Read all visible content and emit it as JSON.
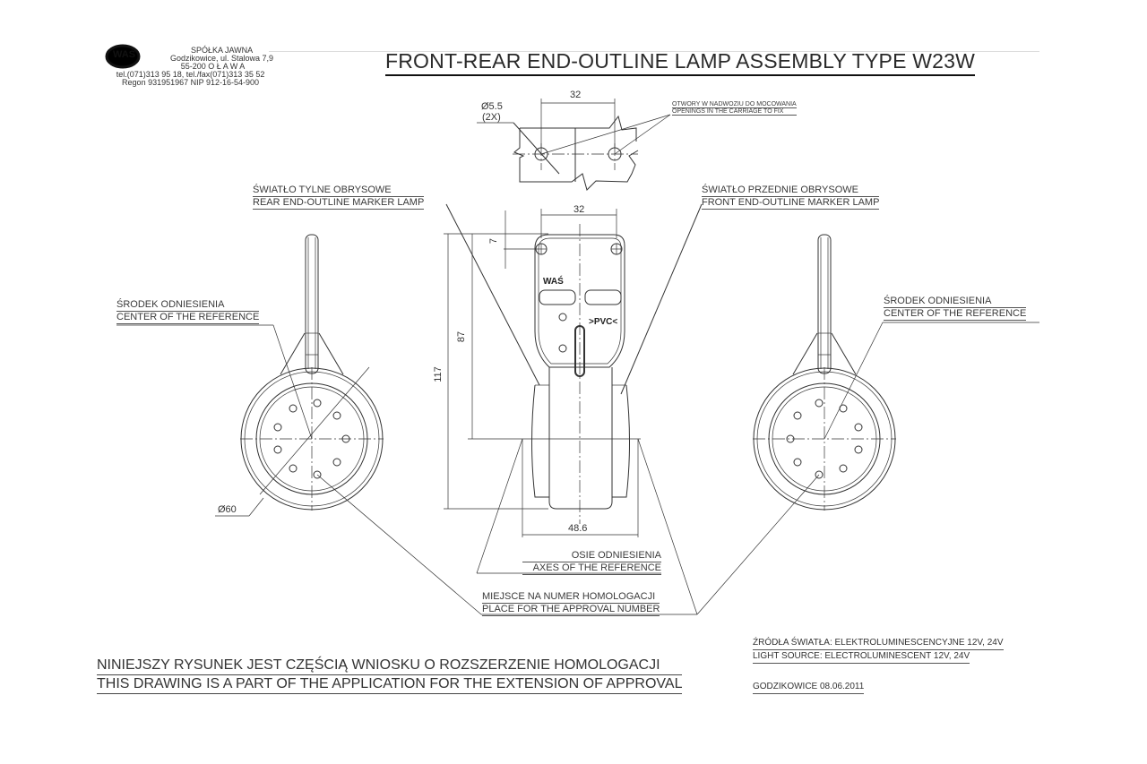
{
  "header": {
    "logo_text": "WAŚ",
    "company_lines": [
      "SPÓŁKA JAWNA",
      "Godzikowice, ul. Stalowa 7,9",
      "55-200  O Ł A W A",
      "tel.(071)313 95 18, tel./fax(071)313 35 52",
      "Regon 931951967 NIP 912-16-54-900"
    ],
    "title": "FRONT-REAR END-OUTLINE LAMP ASSEMBLY TYPE W23W"
  },
  "mounting_detail": {
    "hole_dim": "Ø5.5",
    "hole_count": "(2X)",
    "spacing": "32",
    "note_pl": "OTWORY W NADWOZIU DO MOCOWANIA",
    "note_en": "OPENINGS IN THE CARRIAGE TO FIX"
  },
  "labels": {
    "rear_lamp_pl": "ŚWIATŁO TYLNE OBRYSOWE",
    "rear_lamp_en": "REAR END-OUTLINE MARKER LAMP",
    "front_lamp_pl": "ŚWIATŁO PRZEDNIE OBRYSOWE",
    "front_lamp_en": "FRONT END-OUTLINE MARKER LAMP",
    "center_ref_left_pl": "ŚRODEK ODNIESIENIA",
    "center_ref_left_en": "CENTER OF THE REFERENCE",
    "center_ref_right_pl": "ŚRODEK ODNIESIENIA",
    "center_ref_right_en": "CENTER OF THE REFERENCE",
    "axes_pl": "OSIE ODNIESIENIA",
    "axes_en": "AXES OF THE REFERENCE",
    "approval_pl": "MIEJSCE NA NUMER HOMOLOGACJI",
    "approval_en": "PLACE FOR THE APPROVAL NUMBER",
    "bracket_brand": "WAŚ",
    "bracket_material": ">PVC<"
  },
  "dimensions": {
    "bracket_width": "32",
    "hole_offset": "7",
    "height_to_axis": "87",
    "total_height": "117",
    "lamp_width": "48.6",
    "lamp_diameter": "Ø60"
  },
  "footer": {
    "statement_pl": "NINIEJSZY RYSUNEK JEST CZĘŚCIĄ WNIOSKU O  ROZSZERZENIE HOMOLOGACJI",
    "statement_en": "THIS DRAWING IS A PART OF THE APPLICATION FOR THE EXTENSION OF APPROVAL",
    "light_source_pl": "ŹRÓDŁA ŚWIATŁA: ELEKTROLUMINESCENCYJNE  12V, 24V",
    "light_source_en": "LIGHT SOURCE: ELECTROLUMINESCENT  12V, 24V",
    "place_date": "GODZIKOWICE 08.06.2011"
  }
}
